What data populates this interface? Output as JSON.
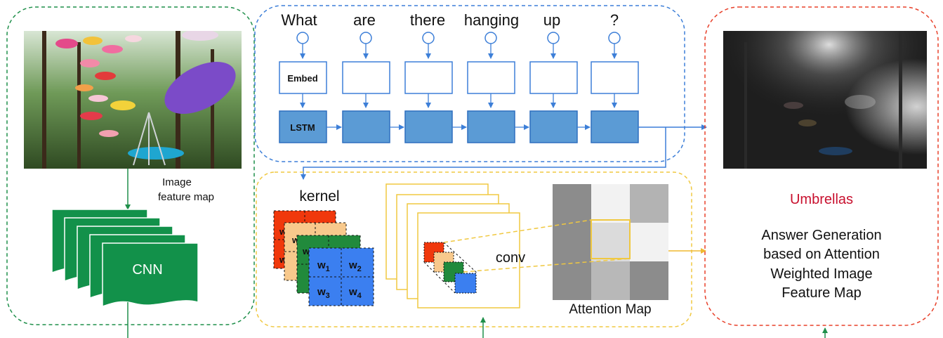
{
  "left_panel": {
    "photo": "umbrella-photo",
    "feature_map_label_line1": "Image",
    "feature_map_label_line2": "feature map",
    "cnn_label": "CNN"
  },
  "question_panel": {
    "words": [
      "What",
      "are",
      "there",
      "hanging",
      "up",
      "?"
    ],
    "embed_label": "Embed",
    "lstm_label": "LSTM"
  },
  "attention_panel": {
    "kernel_label": "kernel",
    "kernel_weights": {
      "w1": {
        "base": "w",
        "sub": "1"
      },
      "w2": {
        "base": "w",
        "sub": "2"
      },
      "w3": {
        "base": "w",
        "sub": "3"
      },
      "w4": {
        "base": "w",
        "sub": "4"
      }
    },
    "conv_label": "conv",
    "attention_map_label": "Attention Map",
    "attention_map_levels": [
      [
        0.55,
        0.95,
        0.7
      ],
      [
        0.55,
        0.86,
        0.95
      ],
      [
        0.55,
        0.72,
        0.55
      ]
    ]
  },
  "answer_panel": {
    "answer": "Umbrellas",
    "description_lines": [
      "Answer Generation",
      "based on Attention",
      "Weighted Image",
      "Feature Map"
    ]
  },
  "colors": {
    "green": "#1f8f4a",
    "blue": "#3d7fd8",
    "yellow": "#f0c840",
    "red": "#e8402a",
    "answer_red": "#c8102e",
    "cnn_green": "#12914a",
    "lstm_fill": "#5b9bd5",
    "kernel_red": "#f0380c",
    "kernel_orange": "#f8c98c",
    "kernel_green": "#218a3c",
    "kernel_blue": "#3b7ff0"
  }
}
